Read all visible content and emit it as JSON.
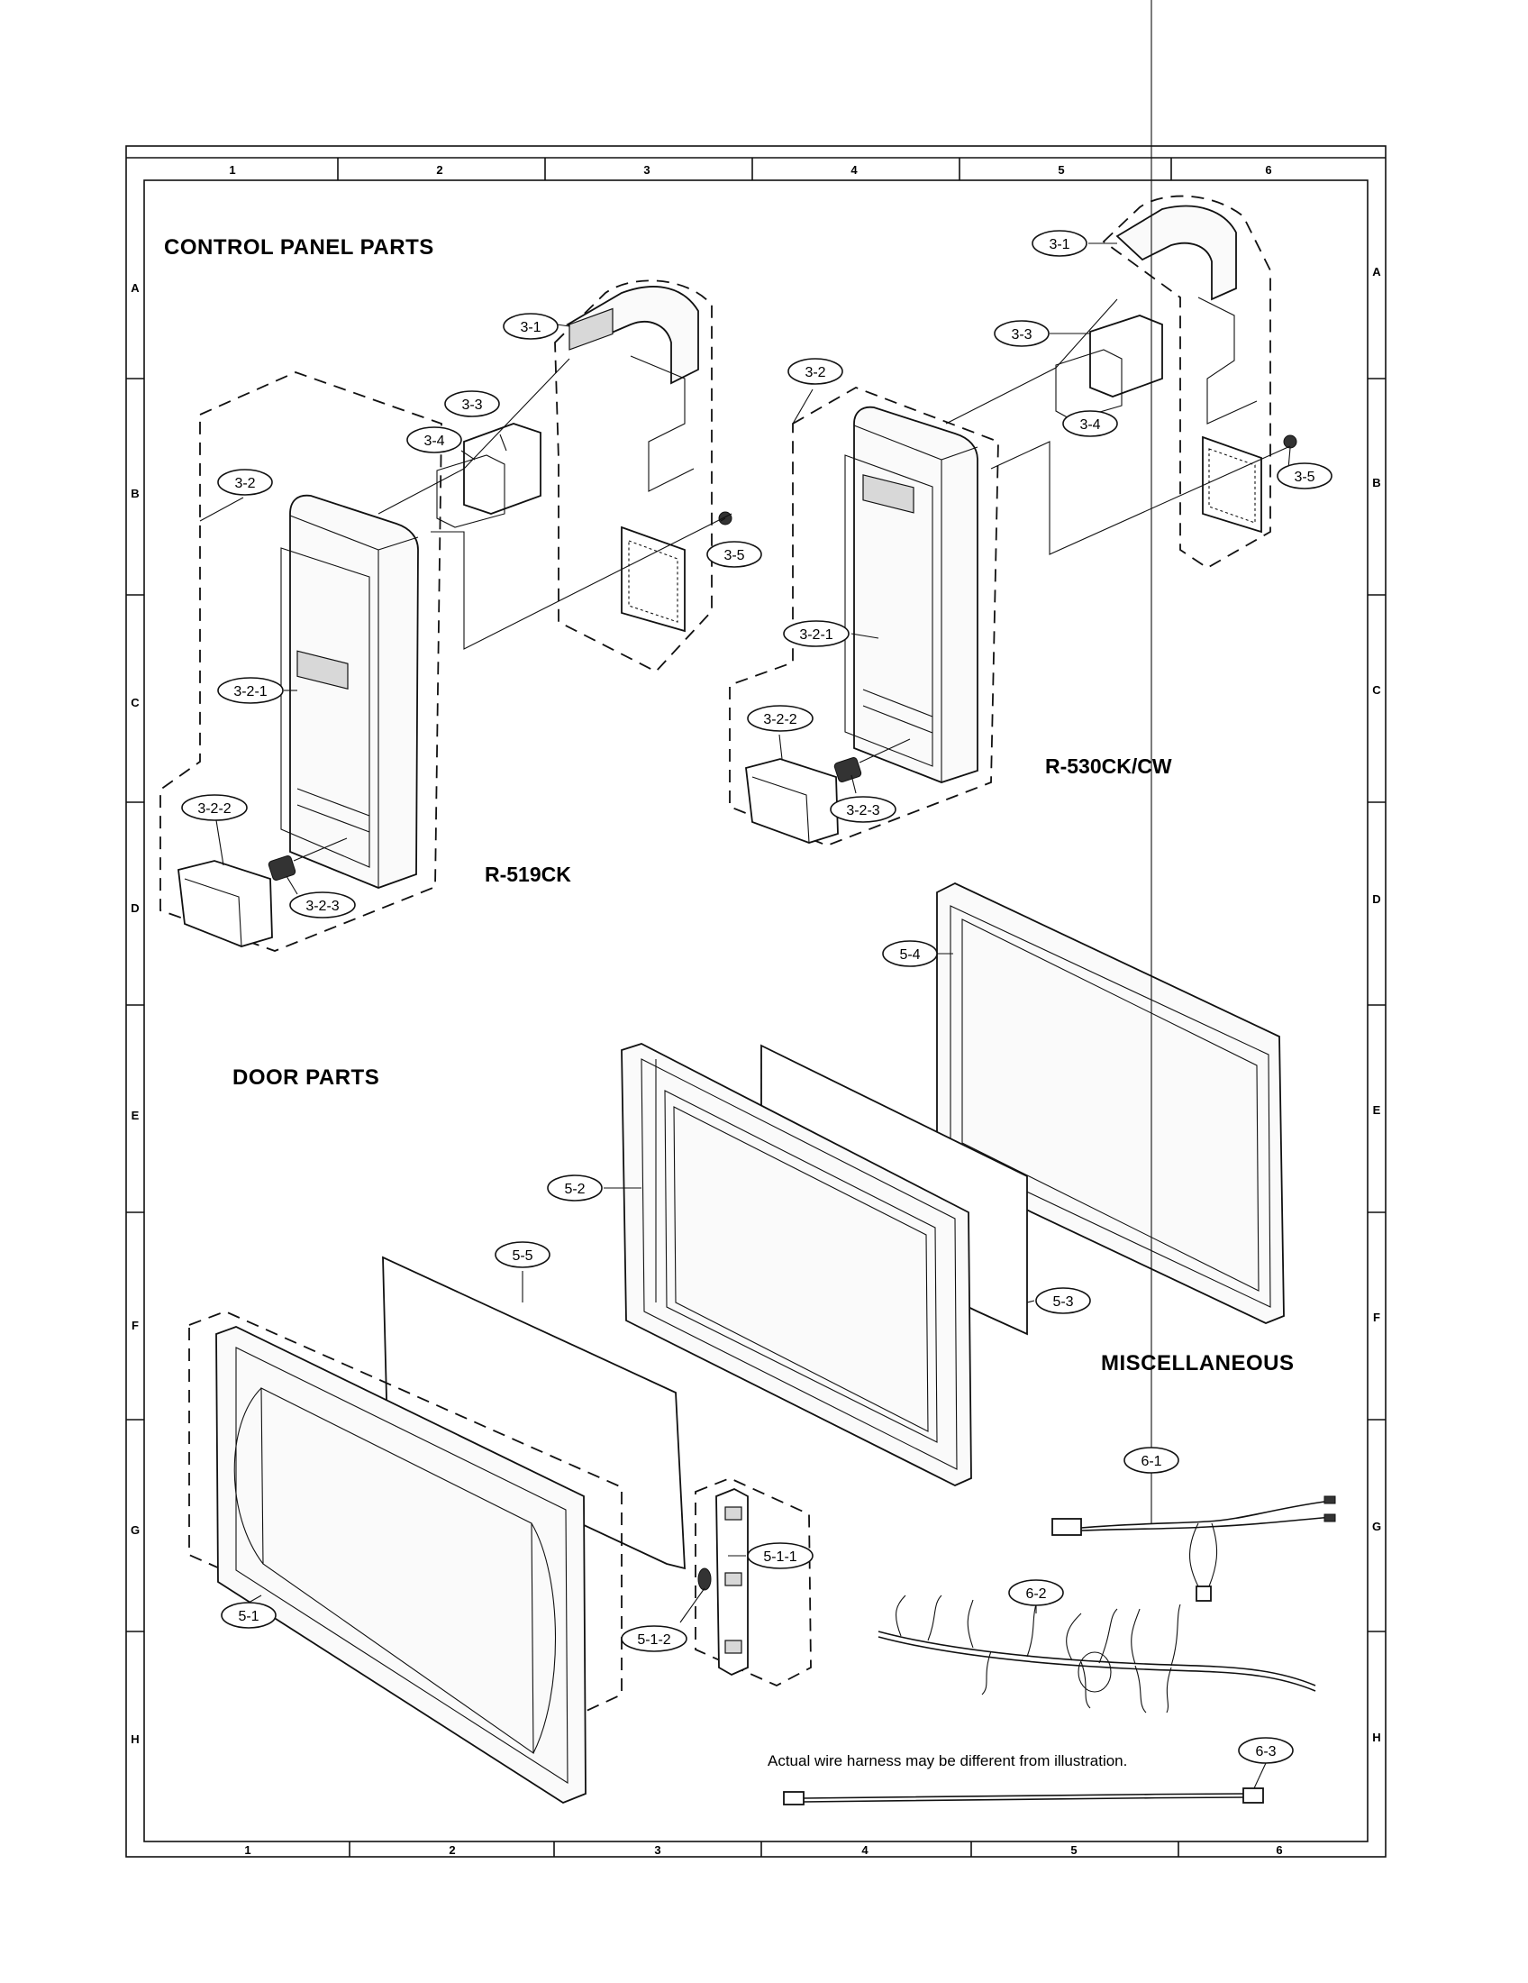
{
  "sections": {
    "control_panel": "CONTROL PANEL PARTS",
    "door": "DOOR PARTS",
    "misc": "MISCELLANEOUS"
  },
  "models": {
    "left": "R-519CK",
    "right": "R-530CK/CW"
  },
  "note": "Actual wire harness may be different from illustration.",
  "grid": {
    "columns": [
      "1",
      "2",
      "3",
      "4",
      "5",
      "6"
    ],
    "rows": [
      "A",
      "B",
      "C",
      "D",
      "E",
      "F",
      "G",
      "H"
    ]
  },
  "callouts": {
    "l_3_1": "3-1",
    "l_3_2": "3-2",
    "l_3_3": "3-3",
    "l_3_4": "3-4",
    "l_3_5": "3-5",
    "l_3_2_1": "3-2-1",
    "l_3_2_2": "3-2-2",
    "l_3_2_3": "3-2-3",
    "r_3_1": "3-1",
    "r_3_2": "3-2",
    "r_3_3": "3-3",
    "r_3_4": "3-4",
    "r_3_5": "3-5",
    "r_3_2_1": "3-2-1",
    "r_3_2_2": "3-2-2",
    "r_3_2_3": "3-2-3",
    "d_5_1": "5-1",
    "d_5_1_1": "5-1-1",
    "d_5_1_2": "5-1-2",
    "d_5_2": "5-2",
    "d_5_3": "5-3",
    "d_5_4": "5-4",
    "d_5_5": "5-5",
    "m_6_1": "6-1",
    "m_6_2": "6-2",
    "m_6_3": "6-3"
  }
}
